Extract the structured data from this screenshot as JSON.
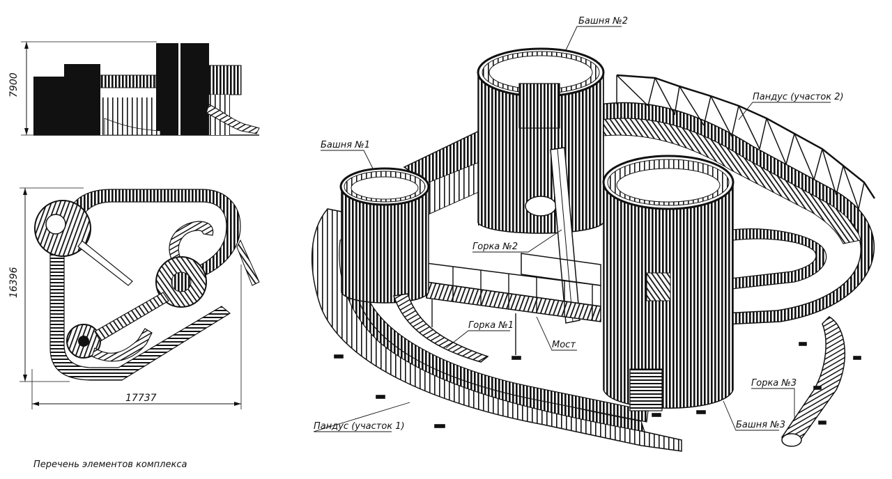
{
  "dimensions": {
    "height": "7900",
    "depth": "16396",
    "width": "17737"
  },
  "labels": {
    "tower2": "Башня №2",
    "tower1": "Башня №1",
    "tower3": "Башня №3",
    "ramp2": "Пандус (участок 2)",
    "ramp1": "Пандус (участок 1)",
    "slide1": "Горка №1",
    "slide2": "Горка №2",
    "slide3": "Горка №3",
    "bridge": "Мост"
  },
  "caption": "Перечень элементов комплекса"
}
